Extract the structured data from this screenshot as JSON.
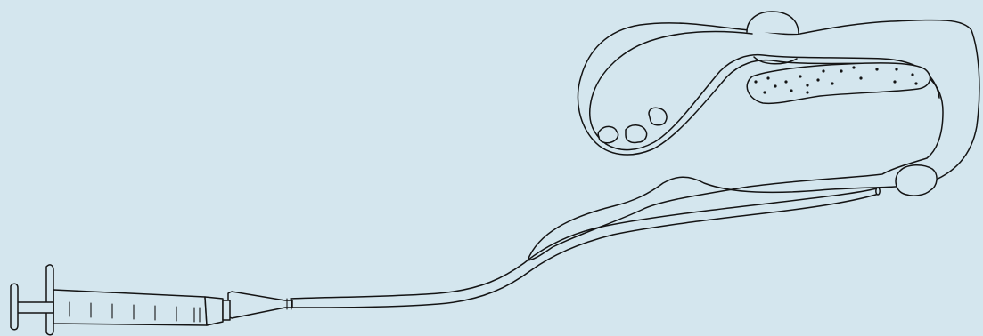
{
  "illustration": {
    "background_color": "#d4e6ee",
    "line_color": "#141414",
    "parts": [
      "syringe",
      "catheter-tube",
      "bladder",
      "bladder-neck-lump",
      "urethra-outline",
      "stone-fragments",
      "sediment-mass",
      "outer-mass"
    ]
  }
}
